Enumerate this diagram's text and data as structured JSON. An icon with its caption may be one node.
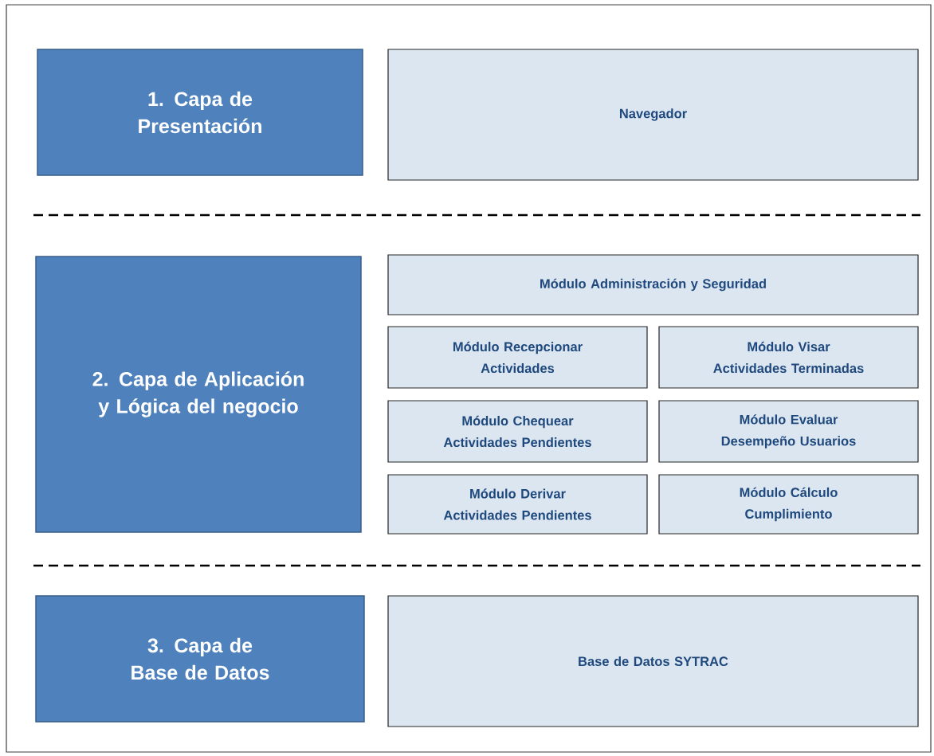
{
  "diagram": {
    "nodes": [
      {
        "text": [
          "1. Capa de Presentación"
        ]
      },
      {
        "text": [
          "Navegador"
        ]
      },
      {
        "text": [
          "2. Capa de Aplicación y Lógica del negocio"
        ]
      },
      {
        "text": [
          "Módulo Administración y Seguridad"
        ]
      },
      {
        "text": [
          "Módulo Recepcionar Actividades"
        ]
      },
      {
        "text": [
          "Módulo Visar Actividades Terminadas"
        ]
      },
      {
        "text": [
          "Módulo Chequear Actividades Pendientes"
        ]
      },
      {
        "text": [
          "Módulo Evaluar Desempeño Usuarios"
        ]
      },
      {
        "text": [
          "Módulo Derivar Actividades Pendientes"
        ]
      },
      {
        "text": [
          "Módulo Cálculo Cumplimiento"
        ]
      },
      {
        "text": [
          "3. Capa de Base de Datos"
        ]
      },
      {
        "text": [
          "Base de Datos SYTRAC"
        ]
      }
    ]
  }
}
